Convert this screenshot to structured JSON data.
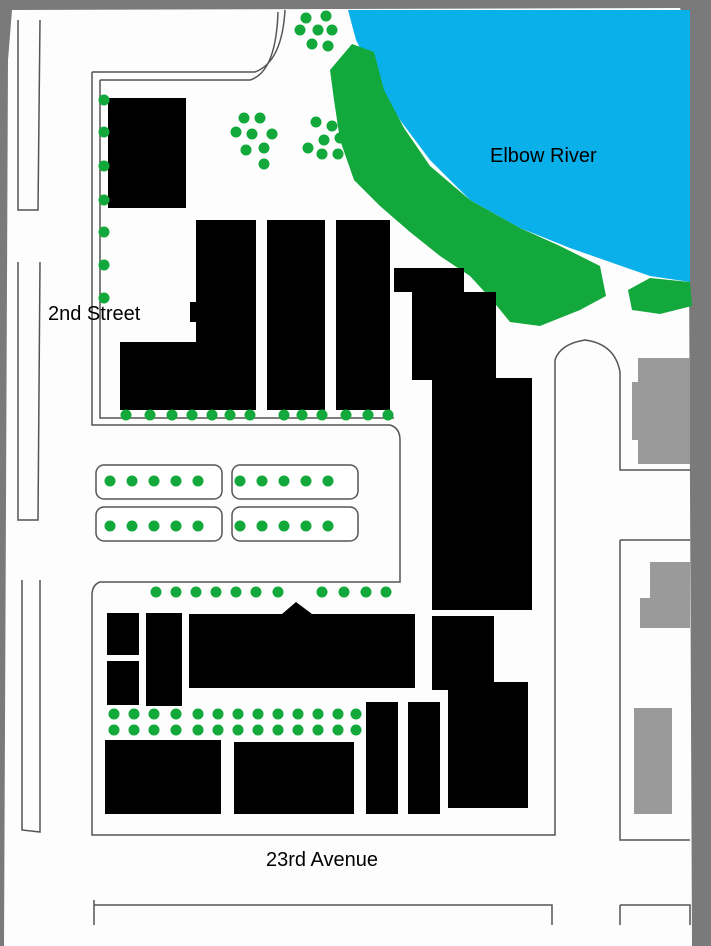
{
  "map": {
    "labels": {
      "river": "Elbow River",
      "street": "2nd Street",
      "avenue": "23rd Avenue"
    },
    "colors": {
      "frame": "#7a7a7a",
      "paper": "#fdfdfd",
      "building": "#000000",
      "neighbor_building": "#9a9a9a",
      "river": "#0ab0ea",
      "riverbank": "#13a83c",
      "tree": "#13a83c",
      "road_line": "#555555"
    },
    "features": [
      "river",
      "riverbank-vegetation",
      "tree-plantings",
      "site-buildings",
      "neighboring-buildings",
      "street-curbs",
      "parking-islands"
    ]
  }
}
